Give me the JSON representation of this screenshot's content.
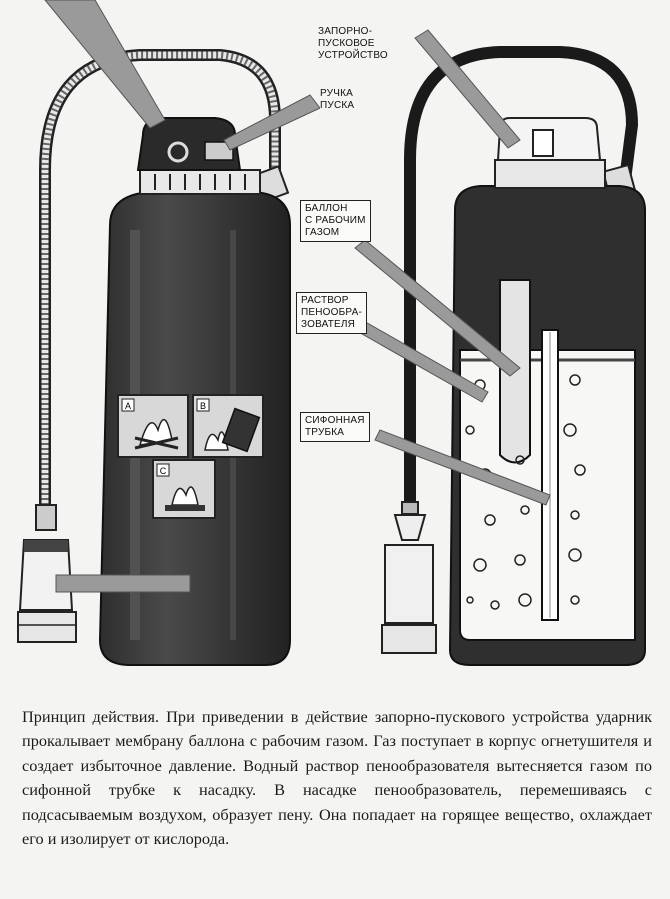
{
  "diagram": {
    "labels": {
      "shutoff_device": "ЗАПОРНО-\nПУСКОВОЕ\nУСТРОЙСТВО",
      "trigger_handle": "РУЧКА\nПУСКА",
      "gas_cylinder": "БАЛЛОН\nС РАБОЧИМ\nГАЗОМ",
      "foam_solution": "РАСТВОР\nПЕНООБРА-\nЗОВАТЕЛЯ",
      "siphon_tube": "СИФОННАЯ\nТРУБКА"
    },
    "fire_classes": [
      "A",
      "B",
      "C"
    ]
  },
  "caption": "Принцип действия. При приведении в действие запорно-пускового устройства ударник прокалывает мембрану баллона с рабочим газом. Газ поступает в корпус огнетушителя и создает избыточное давление. Водный раствор пенообразователя вытесняется газом по сифонной трубке к насадку. В насадке пенообразователь, перемешиваясь с подсасываемым воздухом, образует пену. Она попадает на горящее вещество, охлаждает его и изолирует от кислорода."
}
